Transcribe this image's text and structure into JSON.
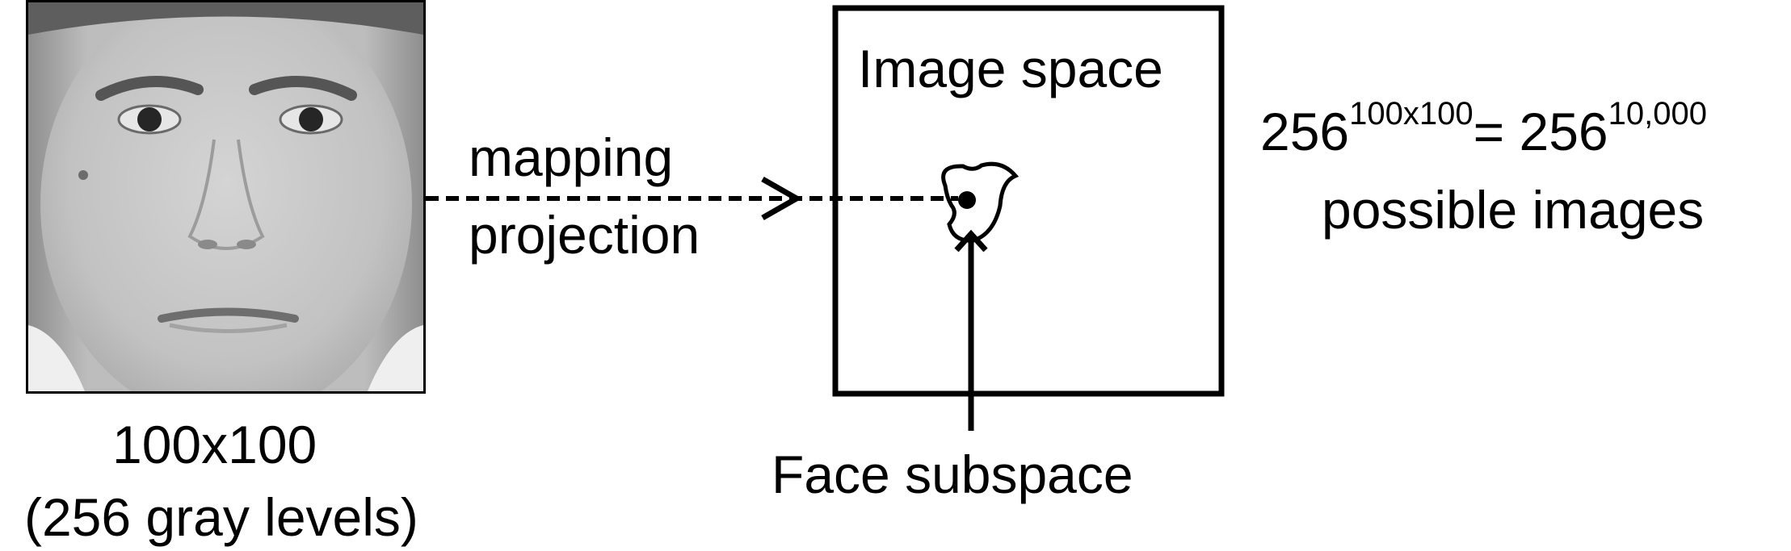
{
  "face_image": {
    "size_label": "100x100",
    "gray_label": "(256 gray levels)"
  },
  "mapping": {
    "line1": "mapping",
    "line2": "projection"
  },
  "image_space": {
    "title": "Image space"
  },
  "face_subspace": {
    "label": "Face subspace"
  },
  "formula": {
    "base1": "256",
    "exp1": "100x100",
    "equals": "= ",
    "base2": "256",
    "exp2": "10,000",
    "caption": "possible images"
  }
}
